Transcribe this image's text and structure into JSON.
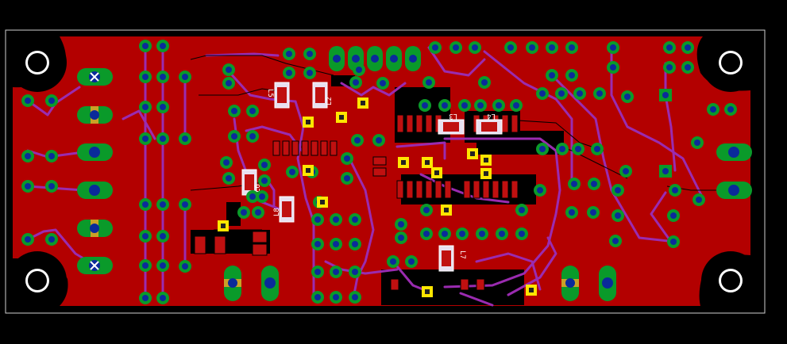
{
  "app": "PCB layout viewer",
  "colors": {
    "background": "#000000",
    "copper_pour": "#b30000",
    "trace_bottom": "#9a2bb0",
    "pad": "#0a9a2a",
    "drill": "#0a2a9a",
    "via_square": "#ffe600",
    "smd_pad": "#c01010",
    "silkscreen": "#ffffff",
    "outline": "#cfcfcf"
  },
  "components": [
    {
      "ref": "L5",
      "kind": "smd-inductor"
    },
    {
      "ref": "L2",
      "kind": "smd-inductor"
    },
    {
      "ref": "L3",
      "kind": "smd-inductor"
    },
    {
      "ref": "L4",
      "kind": "smd-inductor"
    },
    {
      "ref": "L6",
      "kind": "smd-inductor"
    },
    {
      "ref": "L8",
      "kind": "smd-inductor"
    },
    {
      "ref": "L7",
      "kind": "smd-inductor"
    }
  ],
  "mounting_holes": 4,
  "icons": [
    "mounting-hole-icon",
    "via-icon",
    "thru-hole-pad-icon",
    "smd-pad-icon"
  ]
}
